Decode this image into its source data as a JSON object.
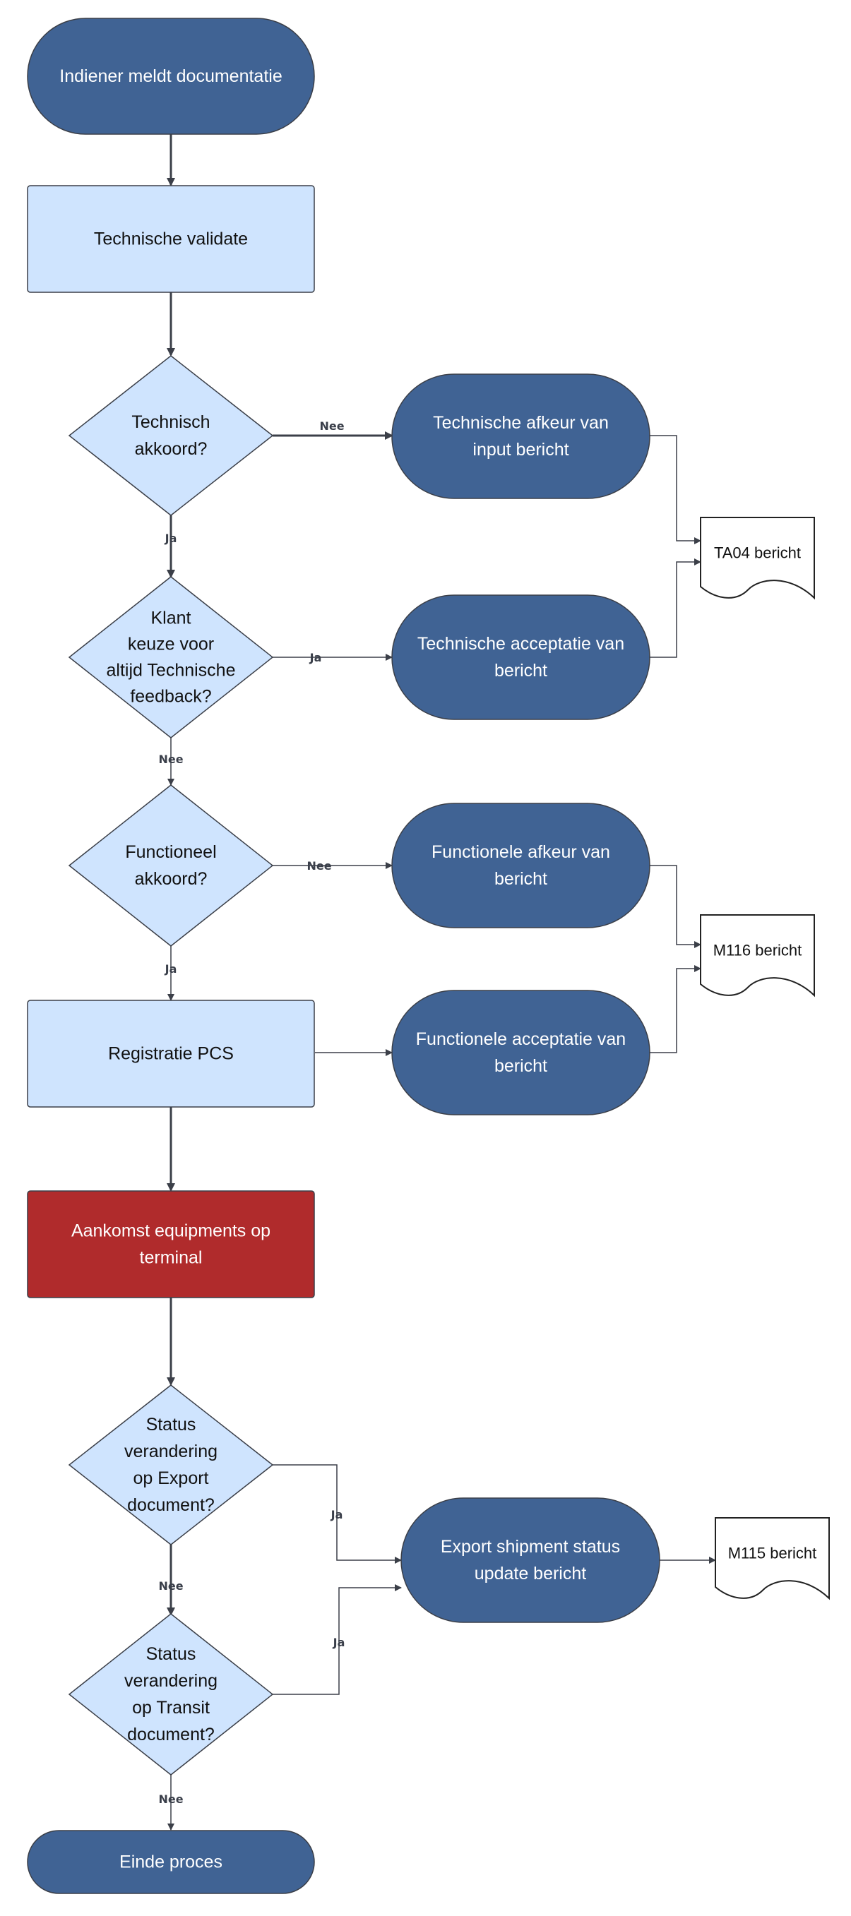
{
  "colors": {
    "terminator": "#406394",
    "process": "#cfe4fe",
    "decision": "#cfe4fe",
    "alert": "#b02b2c",
    "stroke": "#3b3f48",
    "document": "#ffffff"
  },
  "nodes": {
    "start": {
      "lines": [
        "Indiener meldt documentatie"
      ]
    },
    "tech_validate": {
      "lines": [
        "Technische validate"
      ]
    },
    "tech_ok": {
      "lines": [
        "Technisch",
        "akkoord?"
      ]
    },
    "tech_reject": {
      "lines": [
        "Technische afkeur van",
        "input bericht"
      ]
    },
    "client_choice": {
      "lines": [
        "Klant",
        "keuze voor",
        "altijd Technische",
        "feedback?"
      ]
    },
    "tech_accept": {
      "lines": [
        "Technische acceptatie van",
        "bericht"
      ]
    },
    "ta04": {
      "lines": [
        "TA04 bericht"
      ]
    },
    "func_ok": {
      "lines": [
        "Functioneel",
        "akkoord?"
      ]
    },
    "func_reject": {
      "lines": [
        "Functionele afkeur van",
        "bericht"
      ]
    },
    "m116": {
      "lines": [
        "M116 bericht"
      ]
    },
    "reg_pcs": {
      "lines": [
        "Registratie PCS"
      ]
    },
    "func_accept": {
      "lines": [
        "Functionele acceptatie van",
        "bericht"
      ]
    },
    "arrival": {
      "lines": [
        "Aankomst equipments op",
        "terminal"
      ]
    },
    "status_export": {
      "lines": [
        "Status",
        "verandering",
        "op Export",
        "document?"
      ]
    },
    "export_update": {
      "lines": [
        "Export shipment status",
        "update bericht"
      ]
    },
    "m115": {
      "lines": [
        "M115 bericht"
      ]
    },
    "status_transit": {
      "lines": [
        "Status",
        "verandering",
        "op Transit",
        "document?"
      ]
    },
    "end": {
      "lines": [
        "Einde proces"
      ]
    }
  },
  "edge_labels": {
    "nee_tech": "Nee",
    "ja_tech": "Ja",
    "ja_client": "Ja",
    "nee_client": "Nee",
    "nee_func": "Nee",
    "ja_func": "Ja",
    "ja_export": "Ja",
    "nee_export": "Nee",
    "ja_transit": "Ja",
    "nee_transit": "Nee"
  }
}
